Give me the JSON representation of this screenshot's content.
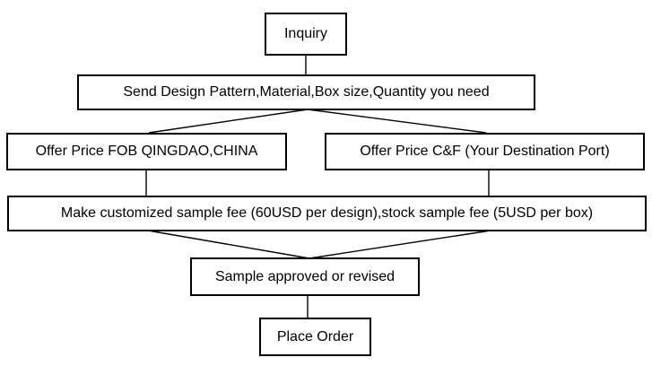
{
  "diagram": {
    "type": "flowchart",
    "colors": {
      "background": "#ffffff",
      "box_border": "#000000",
      "text": "#000000",
      "connector_line": "#000000"
    },
    "nodes": [
      {
        "id": "inquiry",
        "label": "Inquiry"
      },
      {
        "id": "send-design",
        "label": "Send Design Pattern,Material,Box size,Quantity you need"
      },
      {
        "id": "offer-fob",
        "label": "Offer Price FOB QINGDAO,CHINA"
      },
      {
        "id": "offer-cf",
        "label": "Offer Price C&F (Your Destination Port)"
      },
      {
        "id": "sample-fee",
        "label": "Make customized sample fee (60USD per design),stock sample fee (5USD per box)"
      },
      {
        "id": "sample-approved",
        "label": "Sample approved or revised"
      },
      {
        "id": "place-order",
        "label": "Place Order"
      }
    ],
    "flow": [
      "inquiry -> send-design",
      "send-design -> offer-fob",
      "send-design -> offer-cf",
      "offer-fob -> sample-fee",
      "offer-cf -> sample-fee",
      "sample-fee -> sample-approved",
      "sample-approved -> place-order"
    ]
  }
}
